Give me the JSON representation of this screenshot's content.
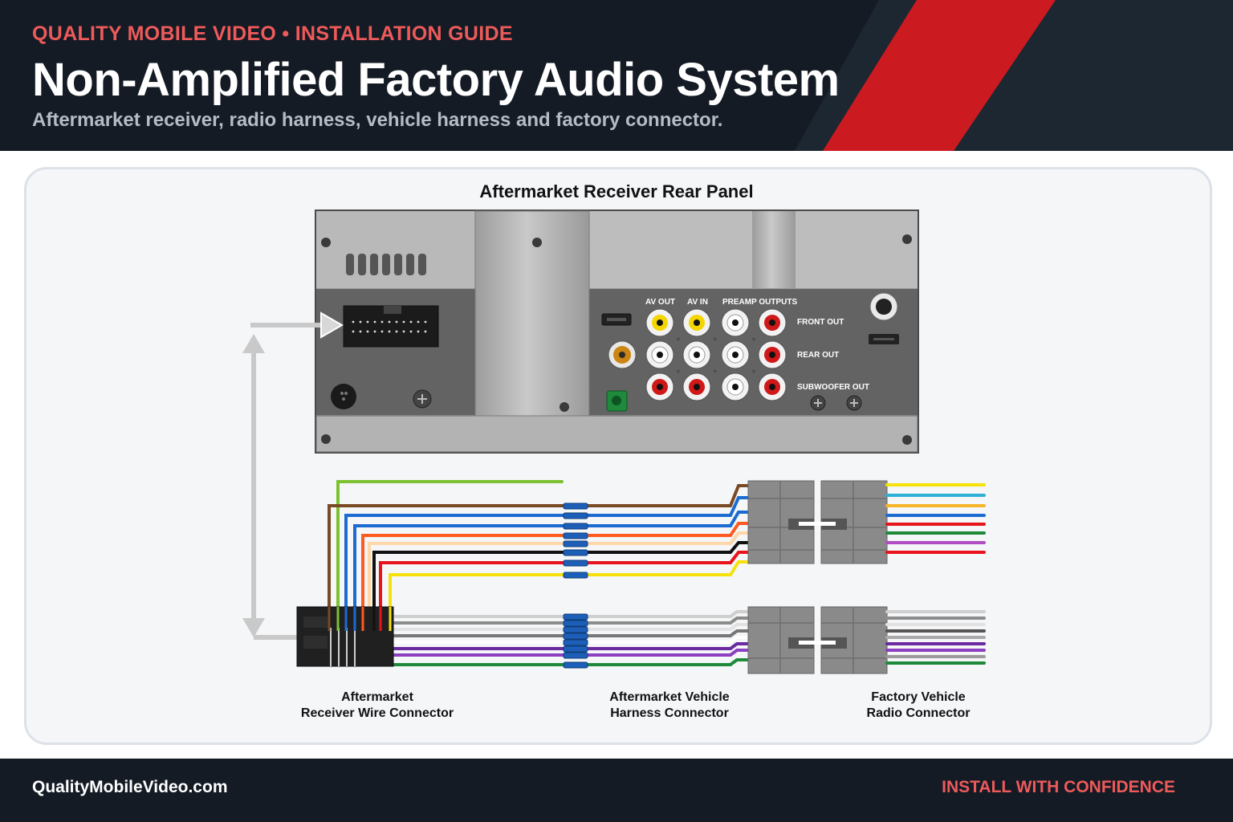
{
  "header": {
    "eyebrow": "QUALITY MOBILE VIDEO • INSTALLATION GUIDE",
    "title": "Non-Amplified Factory Audio System",
    "subtitle": "Aftermarket receiver, radio harness, vehicle harness and factory connector."
  },
  "diagram": {
    "panel_title": "Aftermarket Receiver Rear Panel",
    "port_labels": {
      "av_out": "AV OUT",
      "av_in": "AV IN",
      "preamp": "PREAMP OUTPUTS",
      "front": "FRONT OUT",
      "rear": "REAR OUT",
      "sub": "SUBWOOFER OUT"
    },
    "captions": {
      "receiver_line1": "Aftermarket",
      "receiver_line2": "Receiver Wire Connector",
      "harness_line1": "Aftermarket Vehicle",
      "harness_line2": "Harness Connector",
      "factory_line1": "Factory Vehicle",
      "factory_line2": "Radio Connector"
    },
    "colors": {
      "accent_red": "#cc1a21",
      "dark_navy": "#141b25",
      "coral": "#ee5a5a"
    }
  },
  "footer": {
    "site": "QualityMobileVideo.com",
    "tagline": "INSTALL WITH CONFIDENCE"
  }
}
